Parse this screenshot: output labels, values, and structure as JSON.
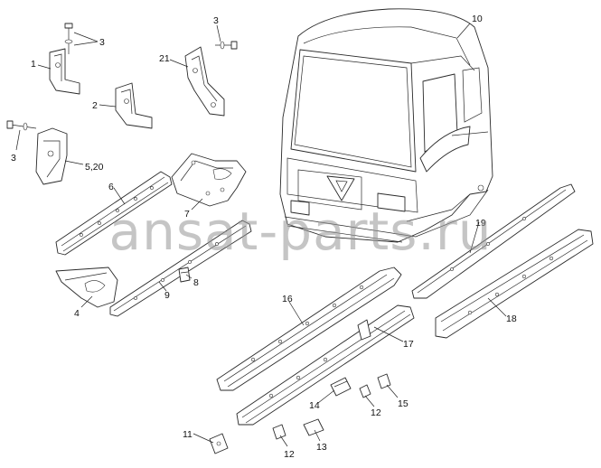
{
  "watermark": "ansat-parts.ru",
  "callouts": [
    "10",
    "3",
    "3",
    "21",
    "1",
    "2",
    "3",
    "5,20",
    "6",
    "7",
    "4",
    "9",
    "8",
    "16",
    "17",
    "19",
    "18",
    "14",
    "12",
    "15",
    "11",
    "12",
    "13"
  ]
}
